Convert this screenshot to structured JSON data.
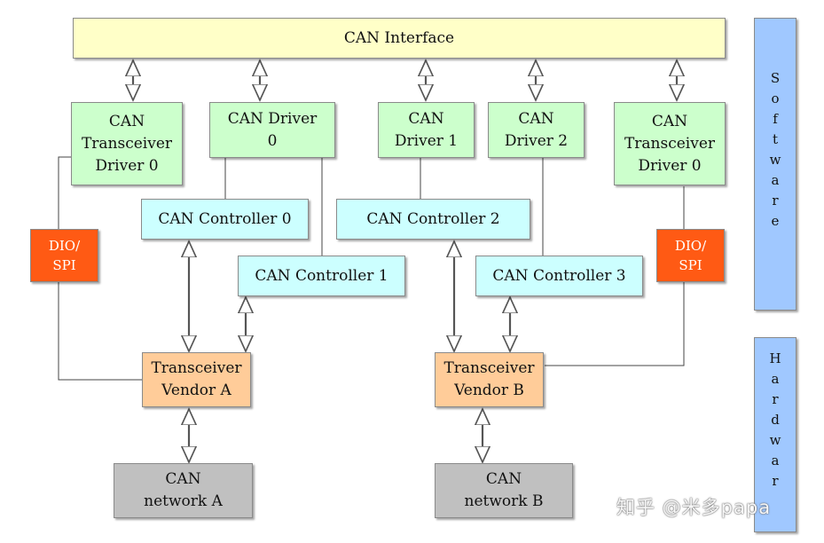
{
  "software_label": [
    "S",
    "o",
    "f",
    "t",
    "w",
    "a",
    "r",
    "e"
  ],
  "hardware_label": [
    "H",
    "a",
    "r",
    "d",
    "w",
    "a",
    "r"
  ],
  "interface": "CAN Interface",
  "transceiver_driver_left": [
    "CAN",
    "Transceiver",
    "Driver 0"
  ],
  "can_driver_0": [
    "CAN Driver",
    "0"
  ],
  "can_driver_1": [
    "CAN",
    "Driver 1"
  ],
  "can_driver_2": [
    "CAN",
    "Driver 2"
  ],
  "transceiver_driver_right": [
    "CAN",
    "Transceiver",
    "Driver 0"
  ],
  "dio_spi_left": [
    "DIO/",
    "SPI"
  ],
  "dio_spi_right": [
    "DIO/",
    "SPI"
  ],
  "controller_0": "CAN Controller 0",
  "controller_1": "CAN Controller 1",
  "controller_2": "CAN Controller 2",
  "controller_3": "CAN Controller 3",
  "vendor_a": [
    "Transceiver",
    "Vendor A"
  ],
  "vendor_b": [
    "Transceiver",
    "Vendor B"
  ],
  "network_a": [
    "CAN",
    "network A"
  ],
  "network_b": [
    "CAN",
    "network B"
  ],
  "watermark": "知乎 @米多papa",
  "colors": {
    "interface": "#ffffc8",
    "driver": "#ccffcc",
    "controller": "#ccffff",
    "dio_spi": "#ff5a14",
    "transceiver": "#ffcc99",
    "network": "#c0c0c0",
    "layer_bar": "#a0c8ff"
  }
}
